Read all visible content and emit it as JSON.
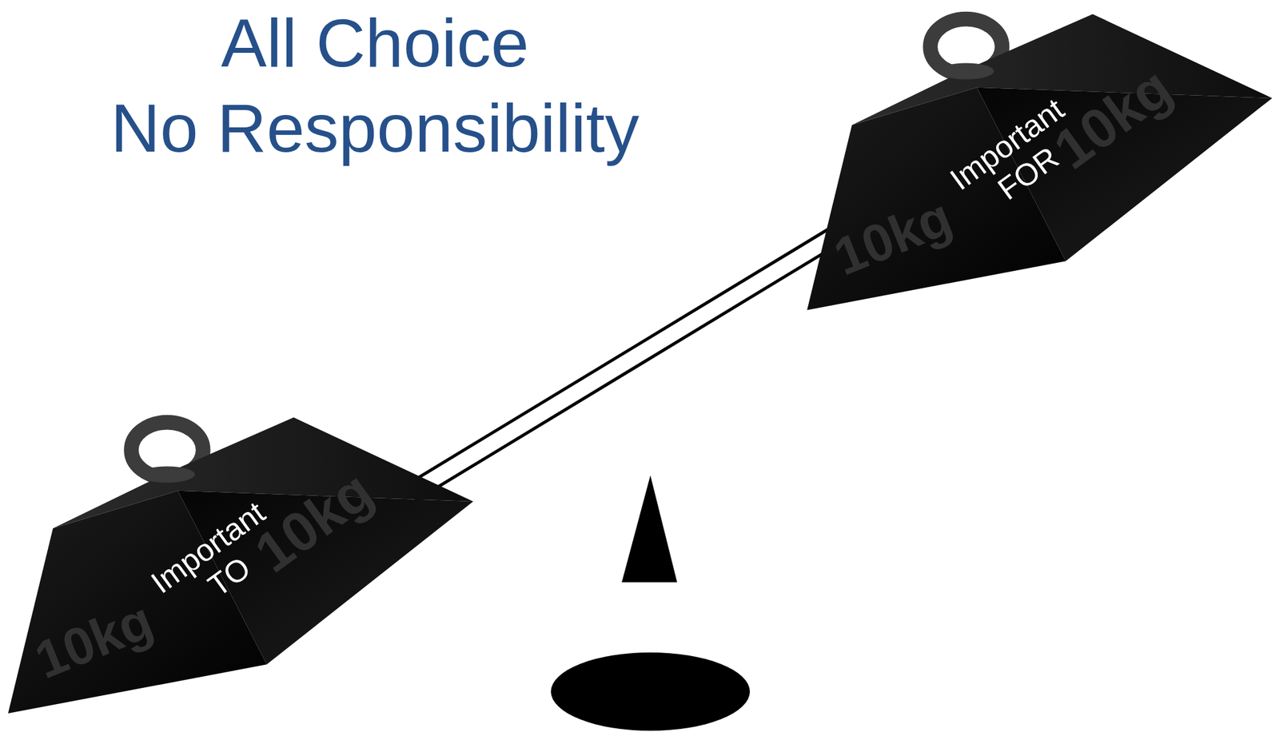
{
  "diagram": {
    "title": "All Choice No Responsibility",
    "nodes": [
      {
        "text": [
          "10kg",
          "Important FOR",
          "10kg"
        ]
      },
      {
        "text": [
          "10kg",
          "Important TO",
          "10kg"
        ]
      }
    ],
    "edges": [
      {
        "from": 0,
        "to": 1,
        "arrow": "none"
      }
    ]
  }
}
